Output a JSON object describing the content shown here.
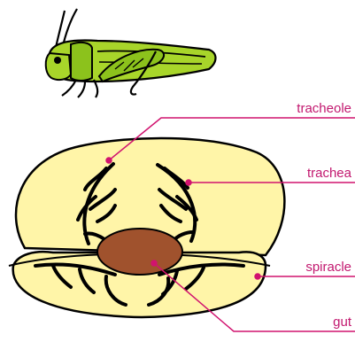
{
  "labels": {
    "tracheole": "tracheole",
    "trachea": "trachea",
    "spiracle": "spiracle",
    "gut": "gut"
  },
  "colors": {
    "label_text": "#c2186f",
    "leader_line": "#d1136f",
    "body_fill": "#fff5a8",
    "gut_fill": "#a0522d",
    "grasshopper_green": "#a8d52a",
    "outline": "#000000"
  },
  "icons": {
    "insect": "grasshopper-icon"
  }
}
